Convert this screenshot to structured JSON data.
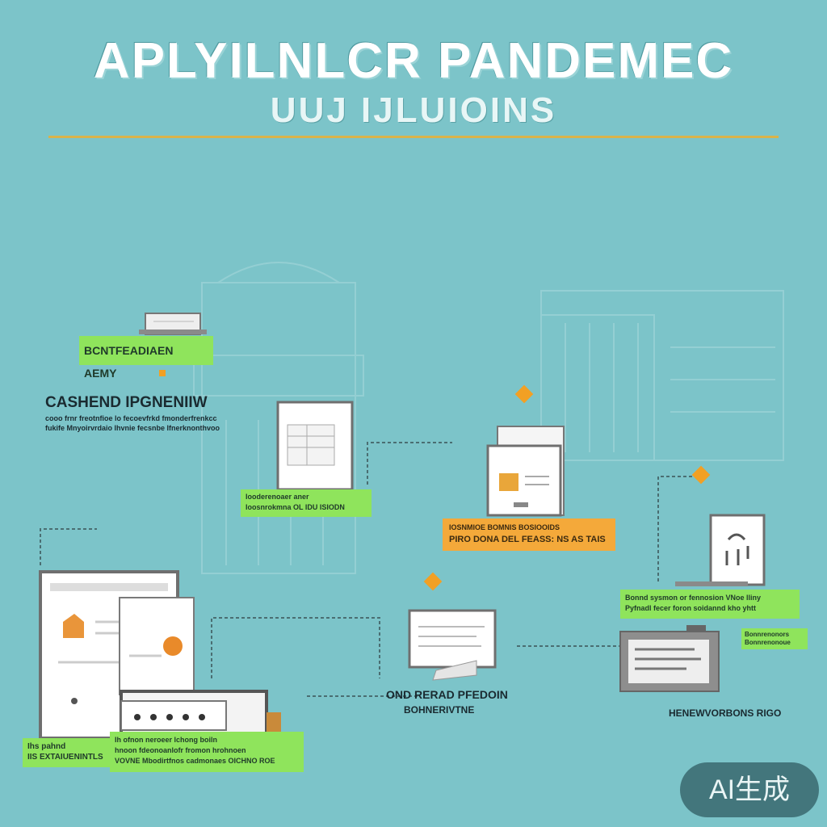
{
  "header": {
    "title": "APLYILNLCR PANDEMEC",
    "subtitle": "UUJ IJLUIOINS"
  },
  "labels": {
    "top_left_tag": "BCNTFEADIAEN AEMY",
    "top_left_heading": "CASHEND IPGNENIIW",
    "top_left_note_1": "cooo frnr freotnfioe lo fecoevfrkd fmonderfrenkcc",
    "top_left_note_2": "fukife Mnyoirvrdaio lhvnie fecsnbe Ifnerknonthvoo",
    "mid_left_tag_1": "Iooderenoaer aner",
    "mid_left_tag_2": "Ioosnrokmna OL IDU ISIODN",
    "mid_right_tag_1": "IOSNMIOE BOMNIS BOSIOOIDS",
    "mid_right_tag_2": "PIRO DONA DEL FEASS: NS AS TAIS",
    "right_tag_1": "Bonnd sysmon or fennosion VNoe lliny",
    "right_tag_2": "Pyfnadl fecer foron soidannd kho yhtt",
    "right_small_1": "Bonnrenonors",
    "right_small_2": "Bonnrenonoue",
    "bottom_left_tag_1": "Ihs pahnd",
    "bottom_left_tag_2": "IIS EXTAIUENINTLS",
    "bottom_mid_tag_1": "Ih ofnon neroeer lchong boiln",
    "bottom_mid_tag_2": "hnoon fdeonoanlofr fromon hrohnoen",
    "bottom_mid_tag_3": "VOVNE Mbodirtfnos cadmonaes OICHNO ROE",
    "center_caption_1": "OND RERAD PFEDOIN",
    "center_caption_2": "BOHNERIVTNE",
    "right_caption": "HENEWVORBONS RIGO",
    "badge": "AI生成"
  },
  "colors": {
    "background": "#7cc4c9",
    "accent_rule": "#d9b34a",
    "tag_green": "#8fe45c",
    "tag_orange": "#f4a93a",
    "device_gray": "#7a7a7a",
    "diamond_orange": "#f2a024"
  }
}
